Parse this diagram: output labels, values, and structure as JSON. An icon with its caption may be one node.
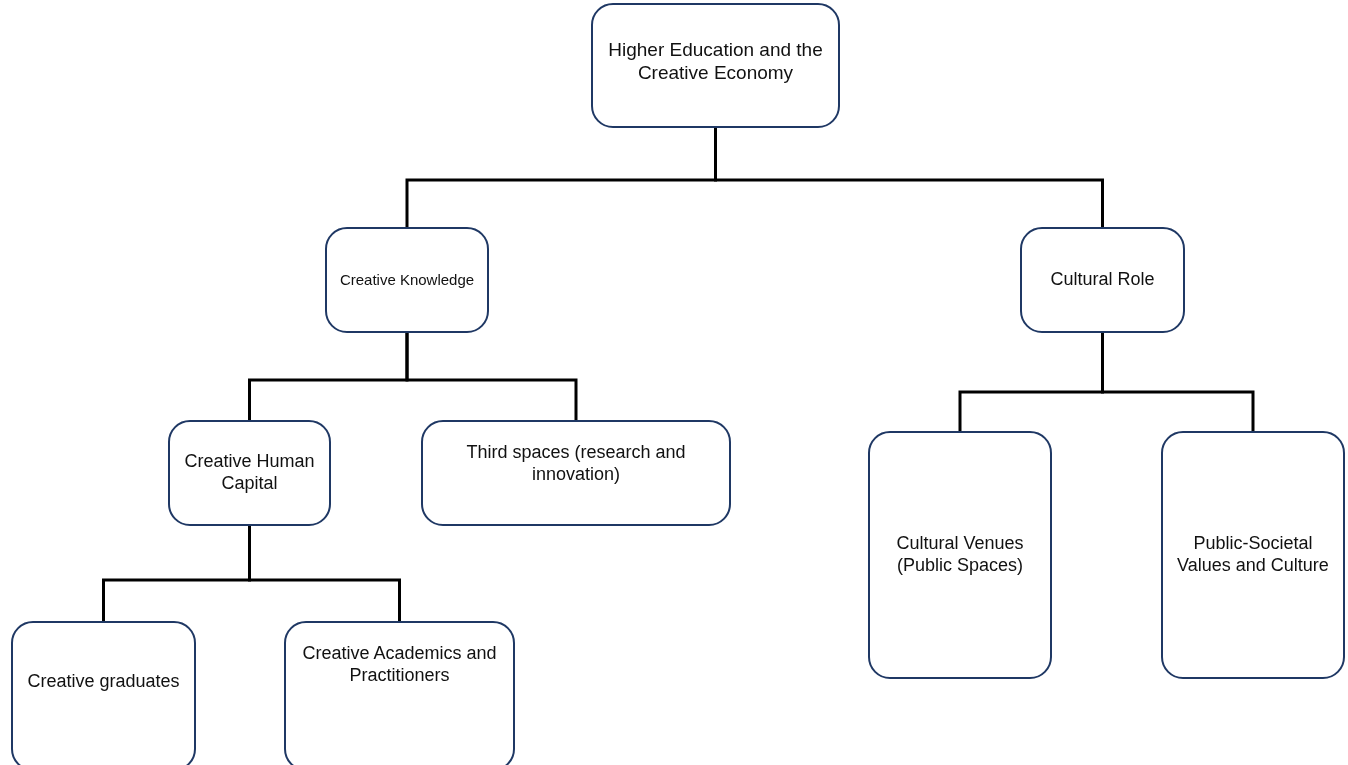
{
  "diagram": {
    "nodes": [
      {
        "text": [
          "Higher Education and the Creative Economy"
        ]
      },
      {
        "text": [
          "Creative Knowledge"
        ]
      },
      {
        "text": [
          "Cultural Role"
        ]
      },
      {
        "text": [
          "Creative Human Capital"
        ]
      },
      {
        "text": [
          "Third spaces (research and innovation)"
        ]
      },
      {
        "text": [
          "Cultural Venues (Public Spaces)"
        ]
      },
      {
        "text": [
          "Public-Societal Values and Culture"
        ]
      },
      {
        "text": [
          "Creative graduates"
        ]
      },
      {
        "text": [
          "Creative Academics and Practitioners"
        ]
      }
    ],
    "edges": [
      {
        "from": 0,
        "to": 1,
        "arrow": "none"
      },
      {
        "from": 0,
        "to": 2,
        "arrow": "none"
      },
      {
        "from": 1,
        "to": 3,
        "arrow": "none"
      },
      {
        "from": 1,
        "to": 4,
        "arrow": "none"
      },
      {
        "from": 2,
        "to": 5,
        "arrow": "none"
      },
      {
        "from": 2,
        "to": 6,
        "arrow": "none"
      },
      {
        "from": 3,
        "to": 7,
        "arrow": "none"
      },
      {
        "from": 3,
        "to": 8,
        "arrow": "none"
      }
    ]
  }
}
